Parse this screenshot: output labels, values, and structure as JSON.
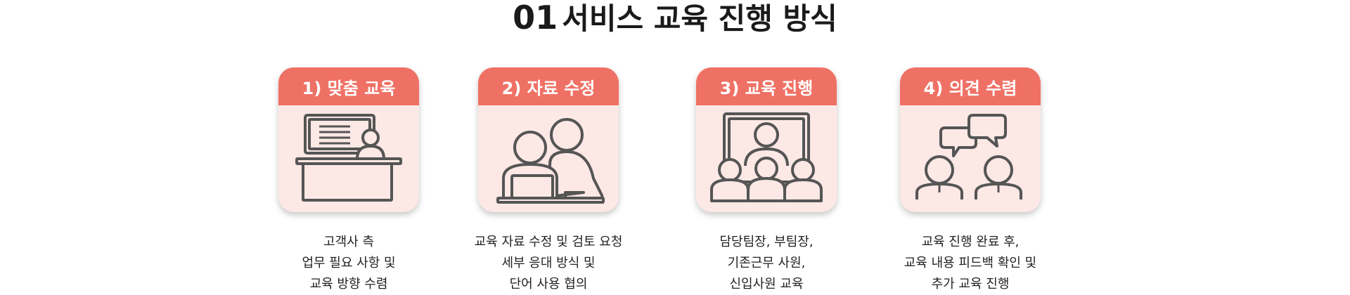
{
  "title": {
    "number": "01",
    "text": "서비스 교육 진행 방식"
  },
  "steps": [
    {
      "label": "1) 맞춤 교육",
      "icon": "teacher-at-desk-icon",
      "description": [
        "고객사 측",
        "업무 필요 사항 및",
        "교육 방향 수렴"
      ]
    },
    {
      "label": "2) 자료 수정",
      "icon": "two-people-laptop-icon",
      "description": [
        "교육 자료 수정 및 검토 요청",
        "세부 응대 방식 및",
        "단어 사용 협의"
      ]
    },
    {
      "label": "3) 교육 진행",
      "icon": "audience-presentation-icon",
      "description": [
        "담당팀장, 부팀장,",
        "기존근무 사원,",
        "신입사원 교육"
      ]
    },
    {
      "label": "4) 의견 수렴",
      "icon": "people-speech-bubbles-icon",
      "description": [
        "교육 진행 완료 후,",
        "교육 내용 피드백 확인 및",
        "추가 교육 진행"
      ]
    }
  ],
  "colors": {
    "header": "#ef7165",
    "card": "#fce8e5",
    "icon_stroke": "#555555"
  }
}
